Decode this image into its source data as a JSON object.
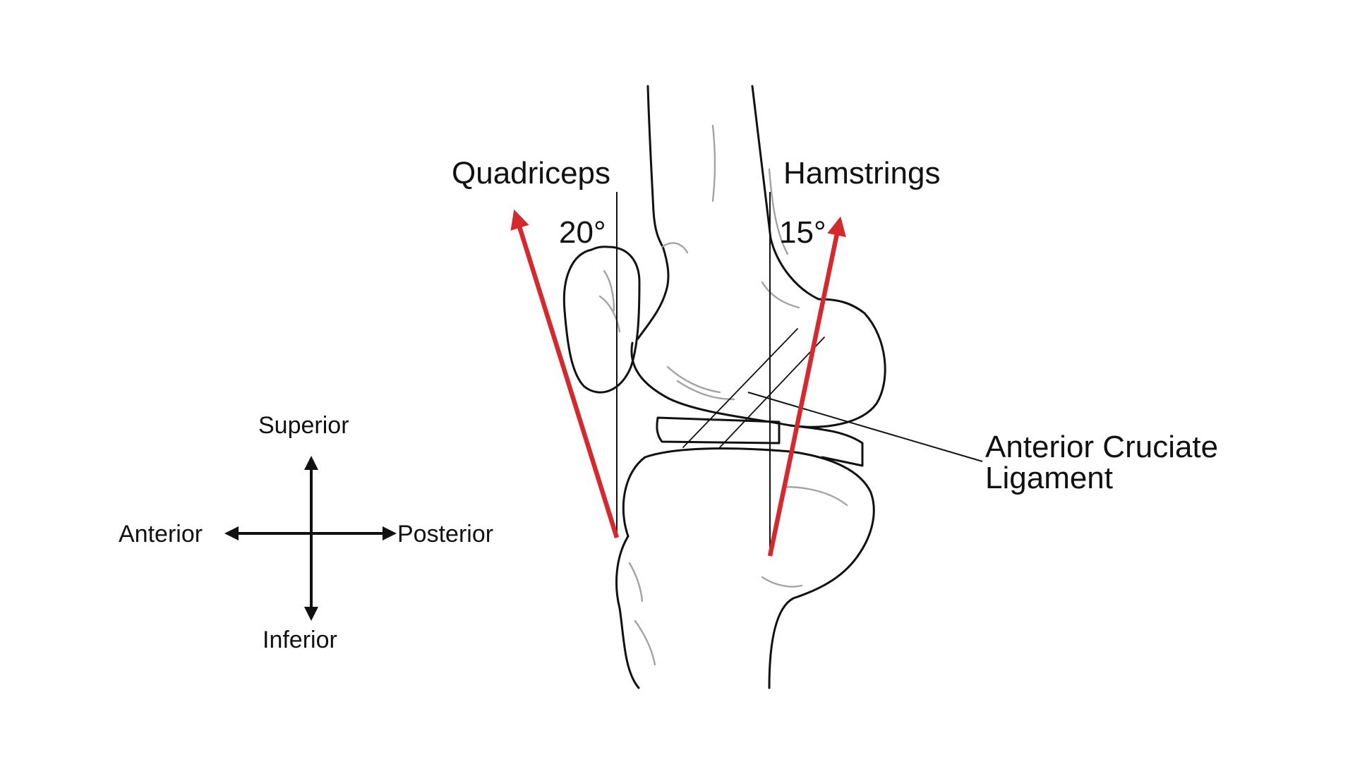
{
  "labels": {
    "quadriceps": "Quadriceps",
    "hamstrings": "Hamstrings",
    "quad_angle": "20°",
    "ham_angle": "15°",
    "acl_line1": "Anterior Cruciate",
    "acl_line2": "Ligament"
  },
  "compass": {
    "superior": "Superior",
    "inferior": "Inferior",
    "anterior": "Anterior",
    "posterior": "Posterior"
  },
  "colors": {
    "force_arrow": "#d42a2e",
    "ink": "#111111",
    "shade": "#9a9a9a"
  }
}
